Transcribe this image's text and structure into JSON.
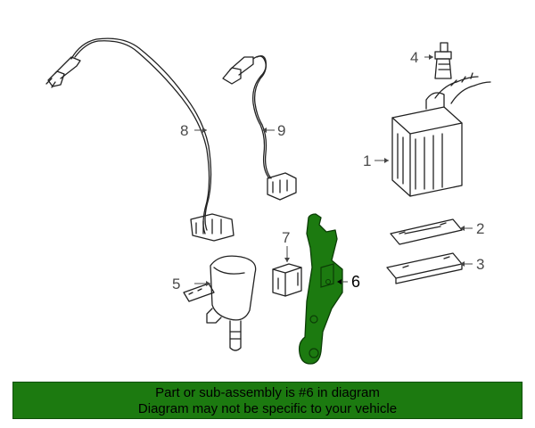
{
  "callouts": [
    {
      "id": "1",
      "label": "1"
    },
    {
      "id": "2",
      "label": "2"
    },
    {
      "id": "3",
      "label": "3"
    },
    {
      "id": "4",
      "label": "4"
    },
    {
      "id": "5",
      "label": "5"
    },
    {
      "id": "6",
      "label": "6"
    },
    {
      "id": "7",
      "label": "7"
    },
    {
      "id": "8",
      "label": "8"
    },
    {
      "id": "9",
      "label": "9"
    }
  ],
  "highlighted_part": "6",
  "highlight_color": "#1c7a10",
  "notice": {
    "line1": "Part or sub-assembly is #6 in diagram",
    "line2": "Diagram may not be specific to your vehicle"
  }
}
